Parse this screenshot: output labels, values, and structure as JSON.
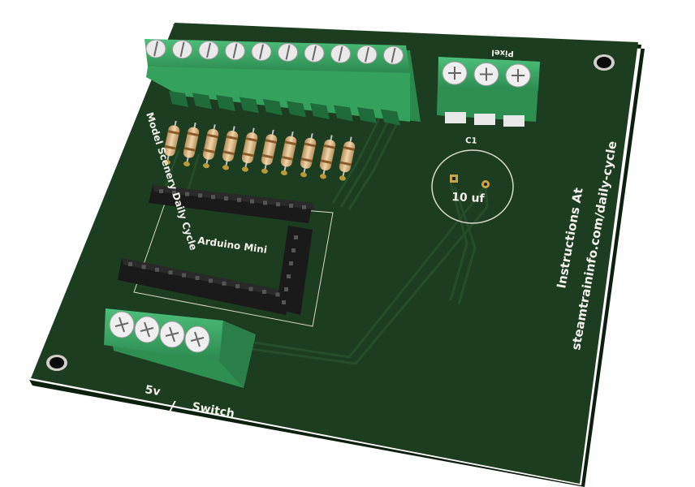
{
  "board": {
    "title_vertical": "Model Scenery Daily Cycle",
    "mcu_label": "Arduino Mini",
    "pixel_label": "Pixel",
    "cap_ref": "C1",
    "cap_value": "10 uf",
    "instructions_line1": "Instructions At",
    "instructions_line2": "steamtraininfo.com/daily-cycle",
    "power_label": "5v",
    "separator": "/",
    "switch_label": "Switch",
    "colors": {
      "pcb": "#1c3d1f",
      "pcb_edge": "#0f2311",
      "terminal": "#3aa765",
      "header": "#1a1a1a",
      "resistor": "#d8b98a",
      "silkscreen": "#f2f2ea"
    }
  }
}
